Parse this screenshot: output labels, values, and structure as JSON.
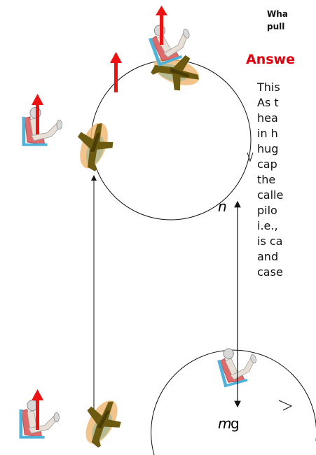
{
  "question_lines": [
    "Wha",
    "pull"
  ],
  "answer_heading": "Answe",
  "answer_lines": [
    "This",
    "As t",
    "hea",
    "in h",
    "hug",
    "cap",
    "the",
    "calle",
    "pilo",
    "i.e.,",
    "is ca",
    "and",
    "case"
  ],
  "force_labels": {
    "normal": "n",
    "weight_m": "m",
    "weight_g": "g"
  },
  "colors": {
    "answer_heading": "#e0000e",
    "force_arrow": "#ee1111",
    "seat": "#e06a6a",
    "seat_frame": "#4fb3d9",
    "plane": "#6b5a10",
    "plane_shadow": "#f0b877"
  }
}
